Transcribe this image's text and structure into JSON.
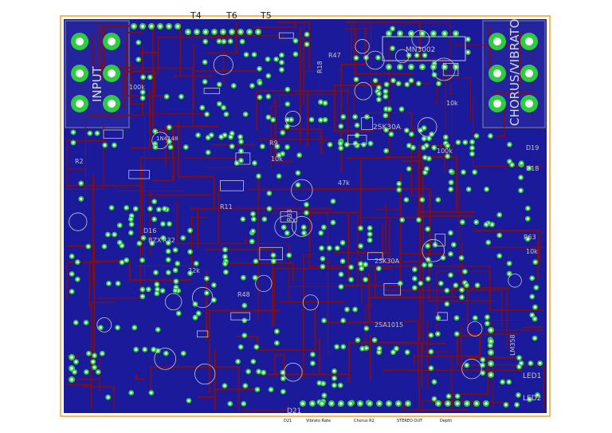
{
  "board": {
    "colors": {
      "background": "#ffffff",
      "outline": "#f0a030",
      "copper_fill": "#1a1a9a",
      "trace": "#7a0f1e",
      "pad": "#2ecc40",
      "drill": "#ffffff",
      "silkscreen": "#c7c7c7",
      "connector_box": "#8a8a8a"
    },
    "top_labels": [
      "T4",
      "T6",
      "T5"
    ],
    "connectors": {
      "left": "INPUT",
      "right": "CHORUS/VIBRATO"
    },
    "labels": [
      "MN3002",
      "2SK30A",
      "R18",
      "R47",
      "R63",
      "10k",
      "10k",
      "100k",
      "D19",
      "D18",
      "D16",
      "R32",
      "R48",
      "R33",
      "R11",
      "R9",
      "R2",
      "1N4148",
      "LED1",
      "LED2",
      "D21",
      "2SA1015",
      "2SK30A",
      "LM358",
      "10k",
      "22k",
      "47k",
      "100k",
      "BZX"
    ],
    "bottom_labels": [
      "D21",
      "Vibrato Rate",
      "Chorus R2",
      "STEREO OUT",
      "Depth"
    ]
  }
}
